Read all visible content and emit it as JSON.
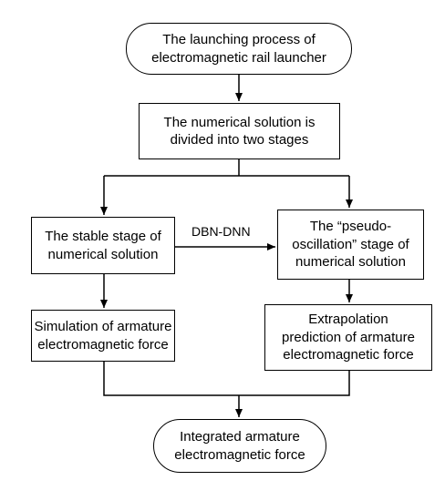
{
  "nodes": {
    "start": [
      "The launching process of",
      "electromagnetic rail launcher"
    ],
    "divide": [
      "The numerical solution is",
      "divided into two stages"
    ],
    "stable": [
      "The stable stage of",
      "numerical solution"
    ],
    "pseudo": [
      "The “pseudo-",
      "oscillation” stage of",
      "numerical solution"
    ],
    "simulation": [
      "Simulation of armature",
      "electromagnetic force"
    ],
    "extrapolation": [
      "Extrapolation",
      "prediction of armature",
      "electromagnetic force"
    ],
    "integrated": [
      "Integrated armature",
      "electromagnetic force"
    ]
  },
  "edge_label": "DBN-DNN"
}
